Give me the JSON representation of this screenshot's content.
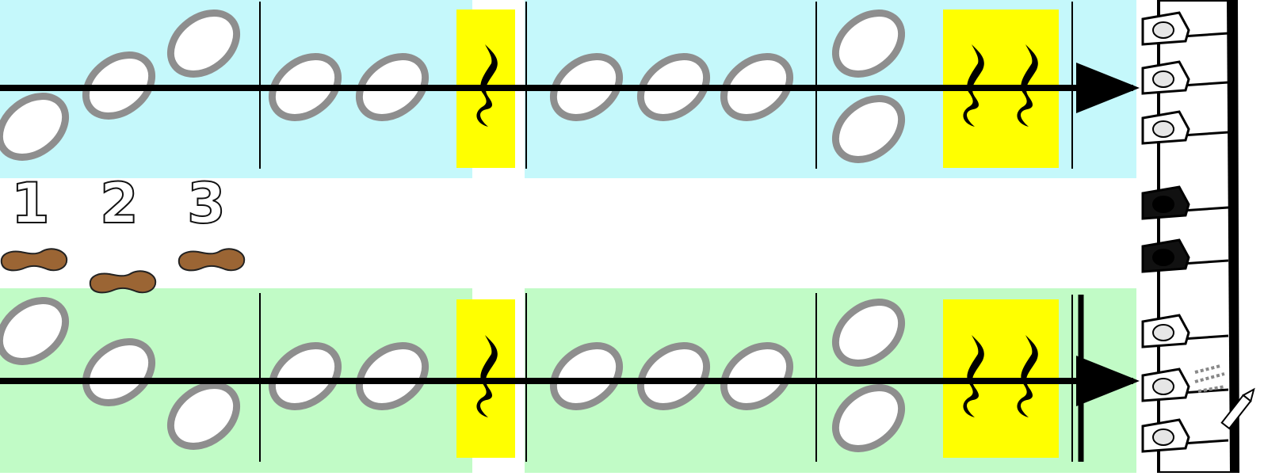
{
  "colors": {
    "top_band": "#c5f8fb",
    "bottom_band": "#c1fbc6",
    "rest_box": "#ffff00",
    "note_outline": "#8e8e8e",
    "note_fill": "#ffffff",
    "footprint": "#9b6534",
    "ink": "#000000"
  },
  "icons": {
    "note": "whole-note-ellipse",
    "rest": "quarter-rest-glyph",
    "footprint": "shoe-print-icon",
    "arrow": "arrow-right",
    "end_bar": "double-barline",
    "instrument": "keyboard-keys-icon",
    "pen": "pencil-icon"
  },
  "counts": {
    "items": [
      "1",
      "2",
      "3"
    ]
  },
  "score": {
    "measures_per_row": 4,
    "rows": [
      "top-staff",
      "bottom-staff"
    ]
  }
}
